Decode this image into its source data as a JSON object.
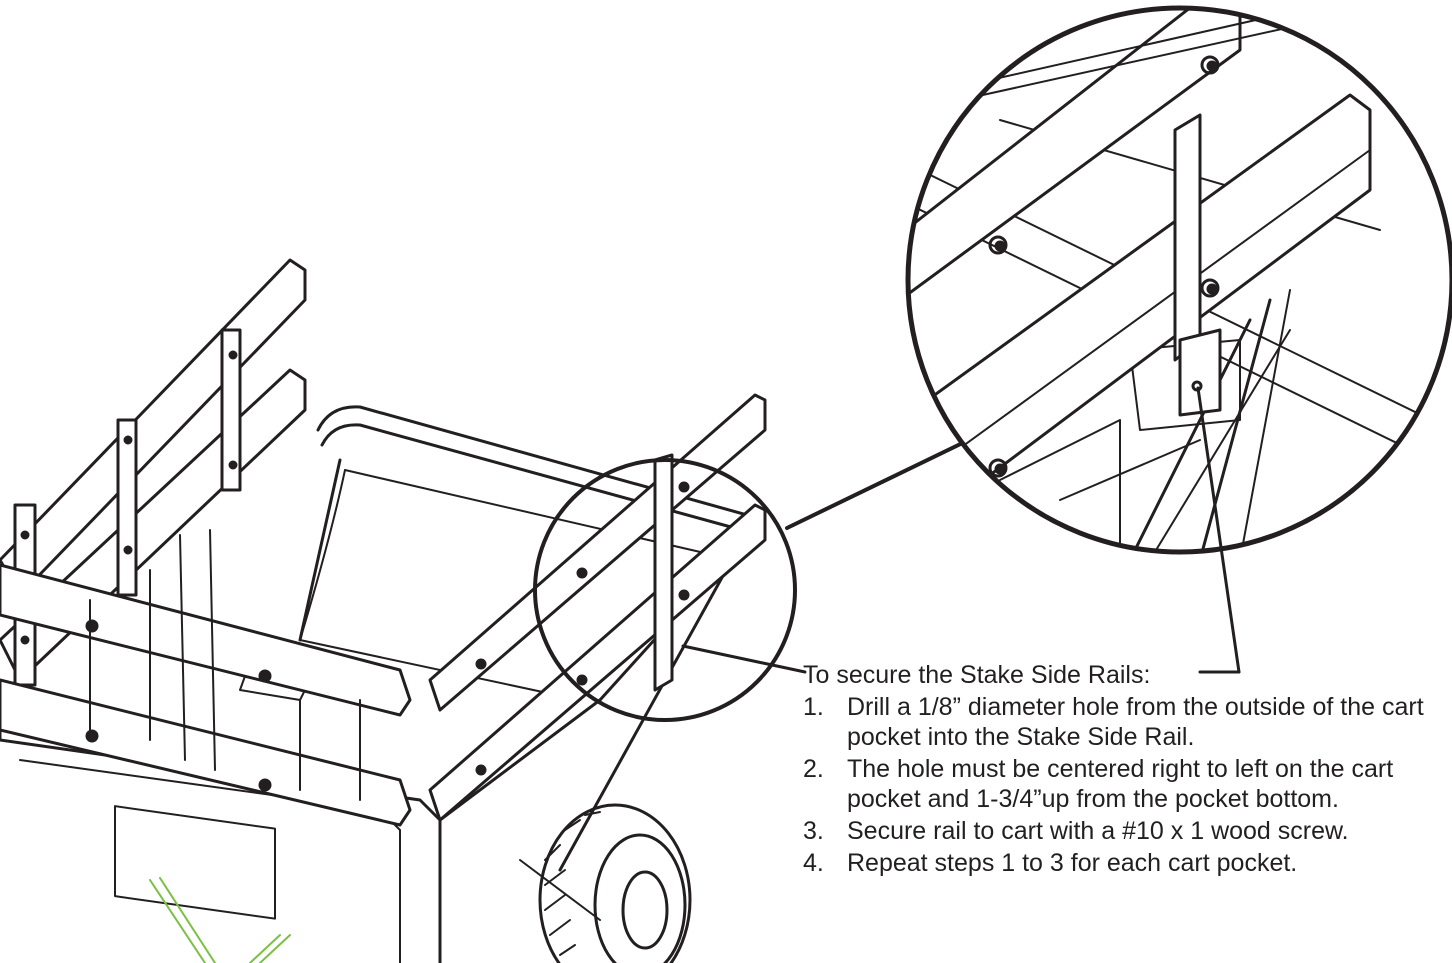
{
  "figure": {
    "subject": "cart with stake side rails",
    "detail_subject": "magnified cart pocket with stake side rail screw hole",
    "line_color": "#231f20",
    "wheel_strap_color": "#7ac143"
  },
  "instructions": {
    "heading": "To secure the Stake Side Rails:",
    "steps": [
      {
        "number": "1.",
        "text": "Drill a 1/8” diameter hole from the outside of the cart pocket into the Stake Side Rail."
      },
      {
        "number": "2.",
        "text": "The hole must be centered right to left on the cart pocket and 1-3/4”up from the pocket bottom."
      },
      {
        "number": "3.",
        "text": "Secure rail to cart with a #10 x 1 wood screw."
      },
      {
        "number": "4.",
        "text": "Repeat steps 1 to 3 for each cart pocket."
      }
    ]
  }
}
